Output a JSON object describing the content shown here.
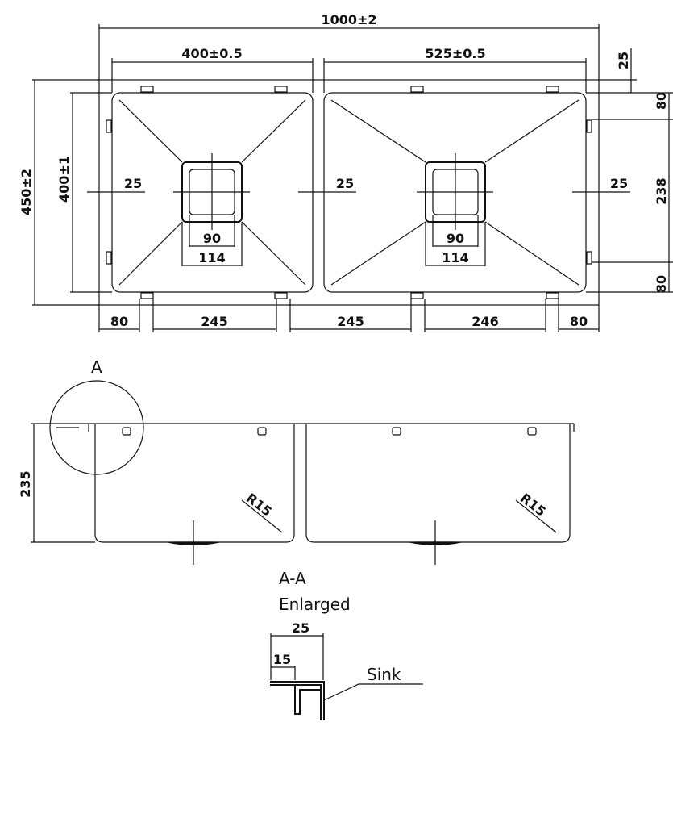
{
  "top_view": {
    "overall_width": "1000±2",
    "left_bowl_width": "400±0.5",
    "right_bowl_width": "525±0.5",
    "overall_depth": "450±2",
    "bowl_depth": "400±1",
    "top_margin": "25",
    "right_dims": [
      "80",
      "238",
      "80"
    ],
    "center_offsets": [
      "25",
      "25",
      "25"
    ],
    "drain_inner": [
      "90",
      "90"
    ],
    "drain_outer": [
      "114",
      "114"
    ],
    "bottom_dims": [
      "80",
      "245",
      "245",
      "246",
      "80"
    ]
  },
  "side_view": {
    "detail_marker": "A",
    "height": "235",
    "radius_labels": [
      "R15",
      "R15"
    ]
  },
  "detail": {
    "title": "A-A",
    "subtitle": "Enlarged",
    "width_outer": "25",
    "width_inner": "15",
    "label": "Sink"
  }
}
